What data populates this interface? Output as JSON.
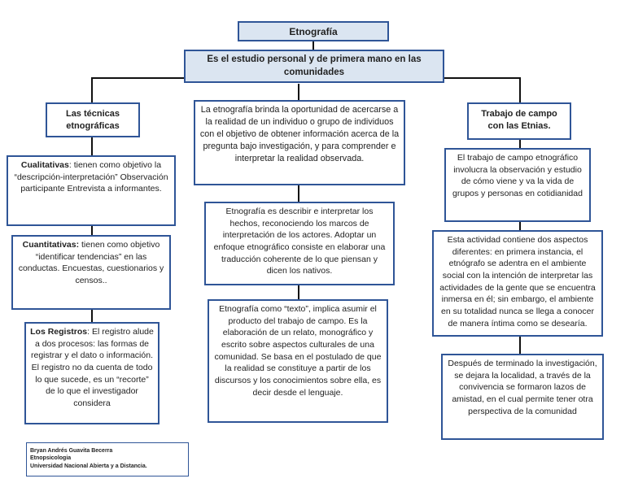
{
  "title": "Etnografía",
  "definition": "Es el estudio personal y de primera mano en las comunidades",
  "left": {
    "header": "Las técnicas etnográficas",
    "qualitative_label": "Cualitativas",
    "qualitative_text": ": tienen como objetivo la “descripción-interpretación” Observación participante Entrevista a informantes.",
    "quantitative_label": "Cuantitativas:",
    "quantitative_text": " tienen como objetivo “identificar tendencias” en las conductas. Encuestas, cuestionarios y censos..",
    "records_label": "Los Registros",
    "records_text": ": El registro alude a dos procesos: las formas de registrar y el dato o información. El registro no da cuenta de todo lo que sucede, es un “recorte” de lo que el investigador considera"
  },
  "center": {
    "box1": "La etnografía brinda la oportunidad de acercarse a la realidad de un individuo o grupo de individuos con el objetivo de obtener información acerca de la pregunta bajo investigación, y para comprender e interpretar la realidad observada.",
    "box2": "Etnografía es describir e interpretar los hechos, reconociendo los marcos de interpretación de los actores. Adoptar un enfoque etnográfico consiste en elaborar una traducción coherente de lo que piensan y dicen los nativos.",
    "box3": "Etnografía como “texto”, implica asumir el producto del trabajo de campo. Es la elaboración de un relato, monográfico y escrito sobre aspectos culturales de una comunidad. Se basa en el postulado de que la realidad se constituye a partir de los discursos y los conocimientos sobre ella, es decir desde el lenguaje."
  },
  "right": {
    "header": "Trabajo de campo con las Etnias.",
    "box1": "El trabajo de campo etnográfico involucra la observación y estudio de cómo viene y va la vida de grupos y personas en cotidianidad",
    "box2": "Esta actividad contiene dos aspectos diferentes: en primera instancia, el etnógrafo se adentra en el ambiente social con la intención de interpretar las actividades de la gente que se encuentra inmersa en él; sin embargo, el ambiente en su totalidad nunca se llega a conocer de manera íntima como se desearía.",
    "box3": "Después de terminado la investigación, se dejara la localidad, a través de la convivencia se formaron lazos de amistad, en el cual permite tener otra perspectiva de la comunidad"
  },
  "credits": {
    "author": "Bryan Andrés Guavita Becerra",
    "course": "Etnopsicologia",
    "university": "Universidad Nacional Abierta y a Distancia."
  }
}
